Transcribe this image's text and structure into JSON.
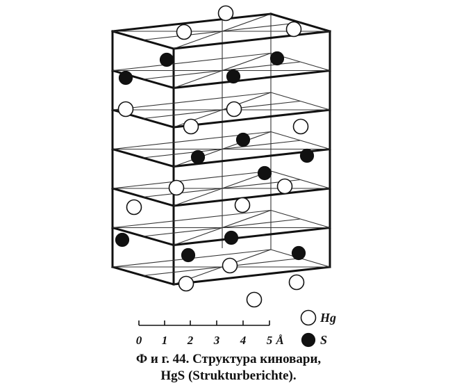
{
  "figure": {
    "caption_line1": "Ф и г.  44.  Структура киновари,",
    "caption_line2": "HgS (Strukturberichte)."
  },
  "scale_bar": {
    "ticks": [
      "0",
      "1",
      "2",
      "3",
      "4",
      "5"
    ],
    "unit": "Å"
  },
  "legend": [
    {
      "symbol": "open-circle",
      "label": "Hg"
    },
    {
      "symbol": "filled-circle",
      "label": "S"
    }
  ],
  "colors": {
    "line": "#111111",
    "hg_fill": "#ffffff",
    "s_fill": "#111111"
  }
}
